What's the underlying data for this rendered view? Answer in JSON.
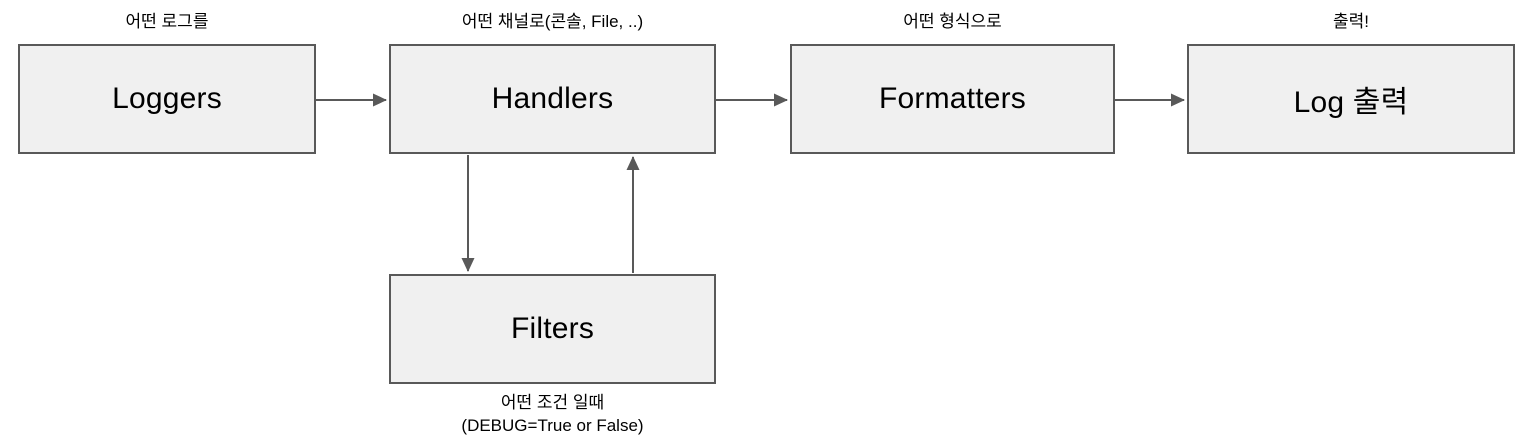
{
  "diagram": {
    "title": "Python logging flow diagram",
    "colors": {
      "background": "#ffffff",
      "node_fill": "#f0f0f0",
      "node_border": "#595959",
      "arrow": "#595959",
      "text": "#000000"
    },
    "nodes": [
      {
        "id": "loggers",
        "label": "Loggers",
        "caption_top": "어떤 로그를"
      },
      {
        "id": "handlers",
        "label": "Handlers",
        "caption_top": "어떤 채널로(콘솔, File, ..)"
      },
      {
        "id": "formatters",
        "label": "Formatters",
        "caption_top": "어떤 형식으로"
      },
      {
        "id": "log-output",
        "label": "Log 출력",
        "caption_top": "출력!"
      },
      {
        "id": "filters",
        "label": "Filters",
        "caption_bottom_line1": "어떤 조건 일때",
        "caption_bottom_line2": "(DEBUG=True or False)"
      }
    ],
    "edges": [
      {
        "from": "loggers",
        "to": "handlers",
        "direction": "right"
      },
      {
        "from": "handlers",
        "to": "formatters",
        "direction": "right"
      },
      {
        "from": "formatters",
        "to": "log-output",
        "direction": "right"
      },
      {
        "from": "handlers",
        "to": "filters",
        "direction": "down"
      },
      {
        "from": "filters",
        "to": "handlers",
        "direction": "up"
      }
    ]
  }
}
